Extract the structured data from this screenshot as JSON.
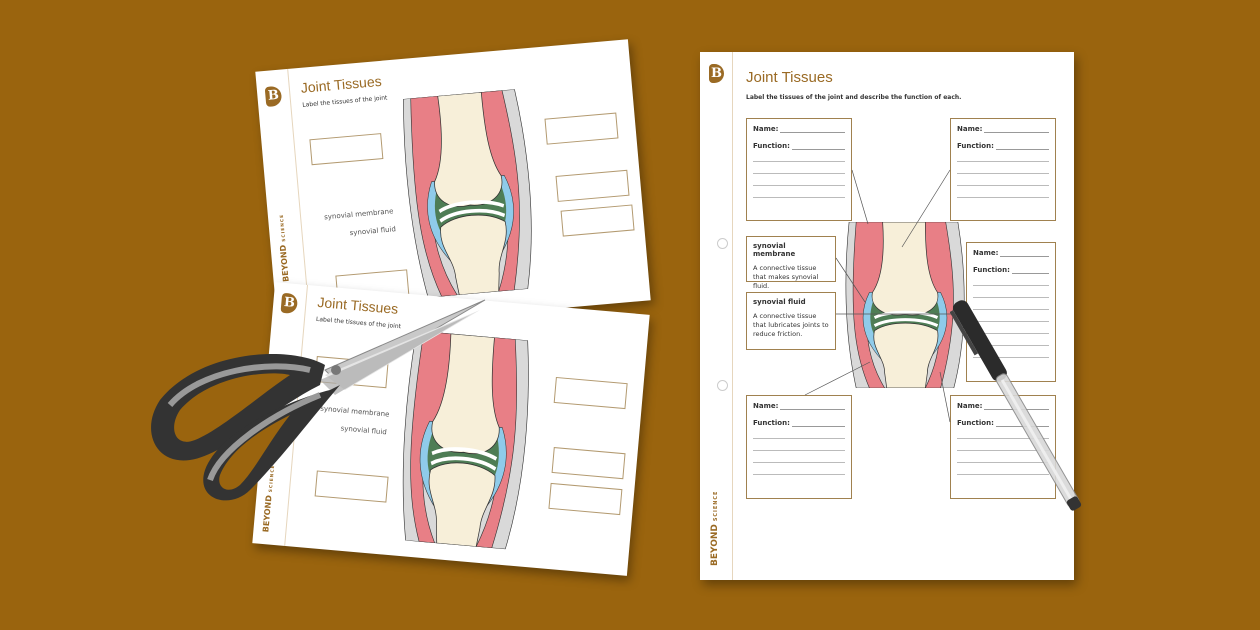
{
  "worksheet": {
    "logo": "B",
    "title": "Joint Tissues",
    "subtitle_full": "Label the tissues of the joint and describe the function of each.",
    "subtitle_short": "Label the tissues of the joint",
    "name_label": "Name:",
    "function_label": "Function:",
    "synovial_membrane": {
      "name": "synovial membrane",
      "description": "A connective tissue that makes synovial fluid."
    },
    "synovial_fluid": {
      "name": "synovial fluid",
      "description": "A connective tissue that lubricates joints to reduce friction."
    },
    "brand": "BEYOND",
    "brand_sub": "SCIENCE"
  },
  "colors": {
    "background": "#9a640e",
    "brand": "#9a6a24",
    "muscle": "#e87f86",
    "synovial_membrane": "#8fcbea",
    "synovial_fluid": "#4e7d55",
    "bone": "#f7efd9",
    "skin": "#d9d9d9"
  },
  "objects": {
    "scissors": "scissors-icon",
    "pen": "pen-icon"
  }
}
